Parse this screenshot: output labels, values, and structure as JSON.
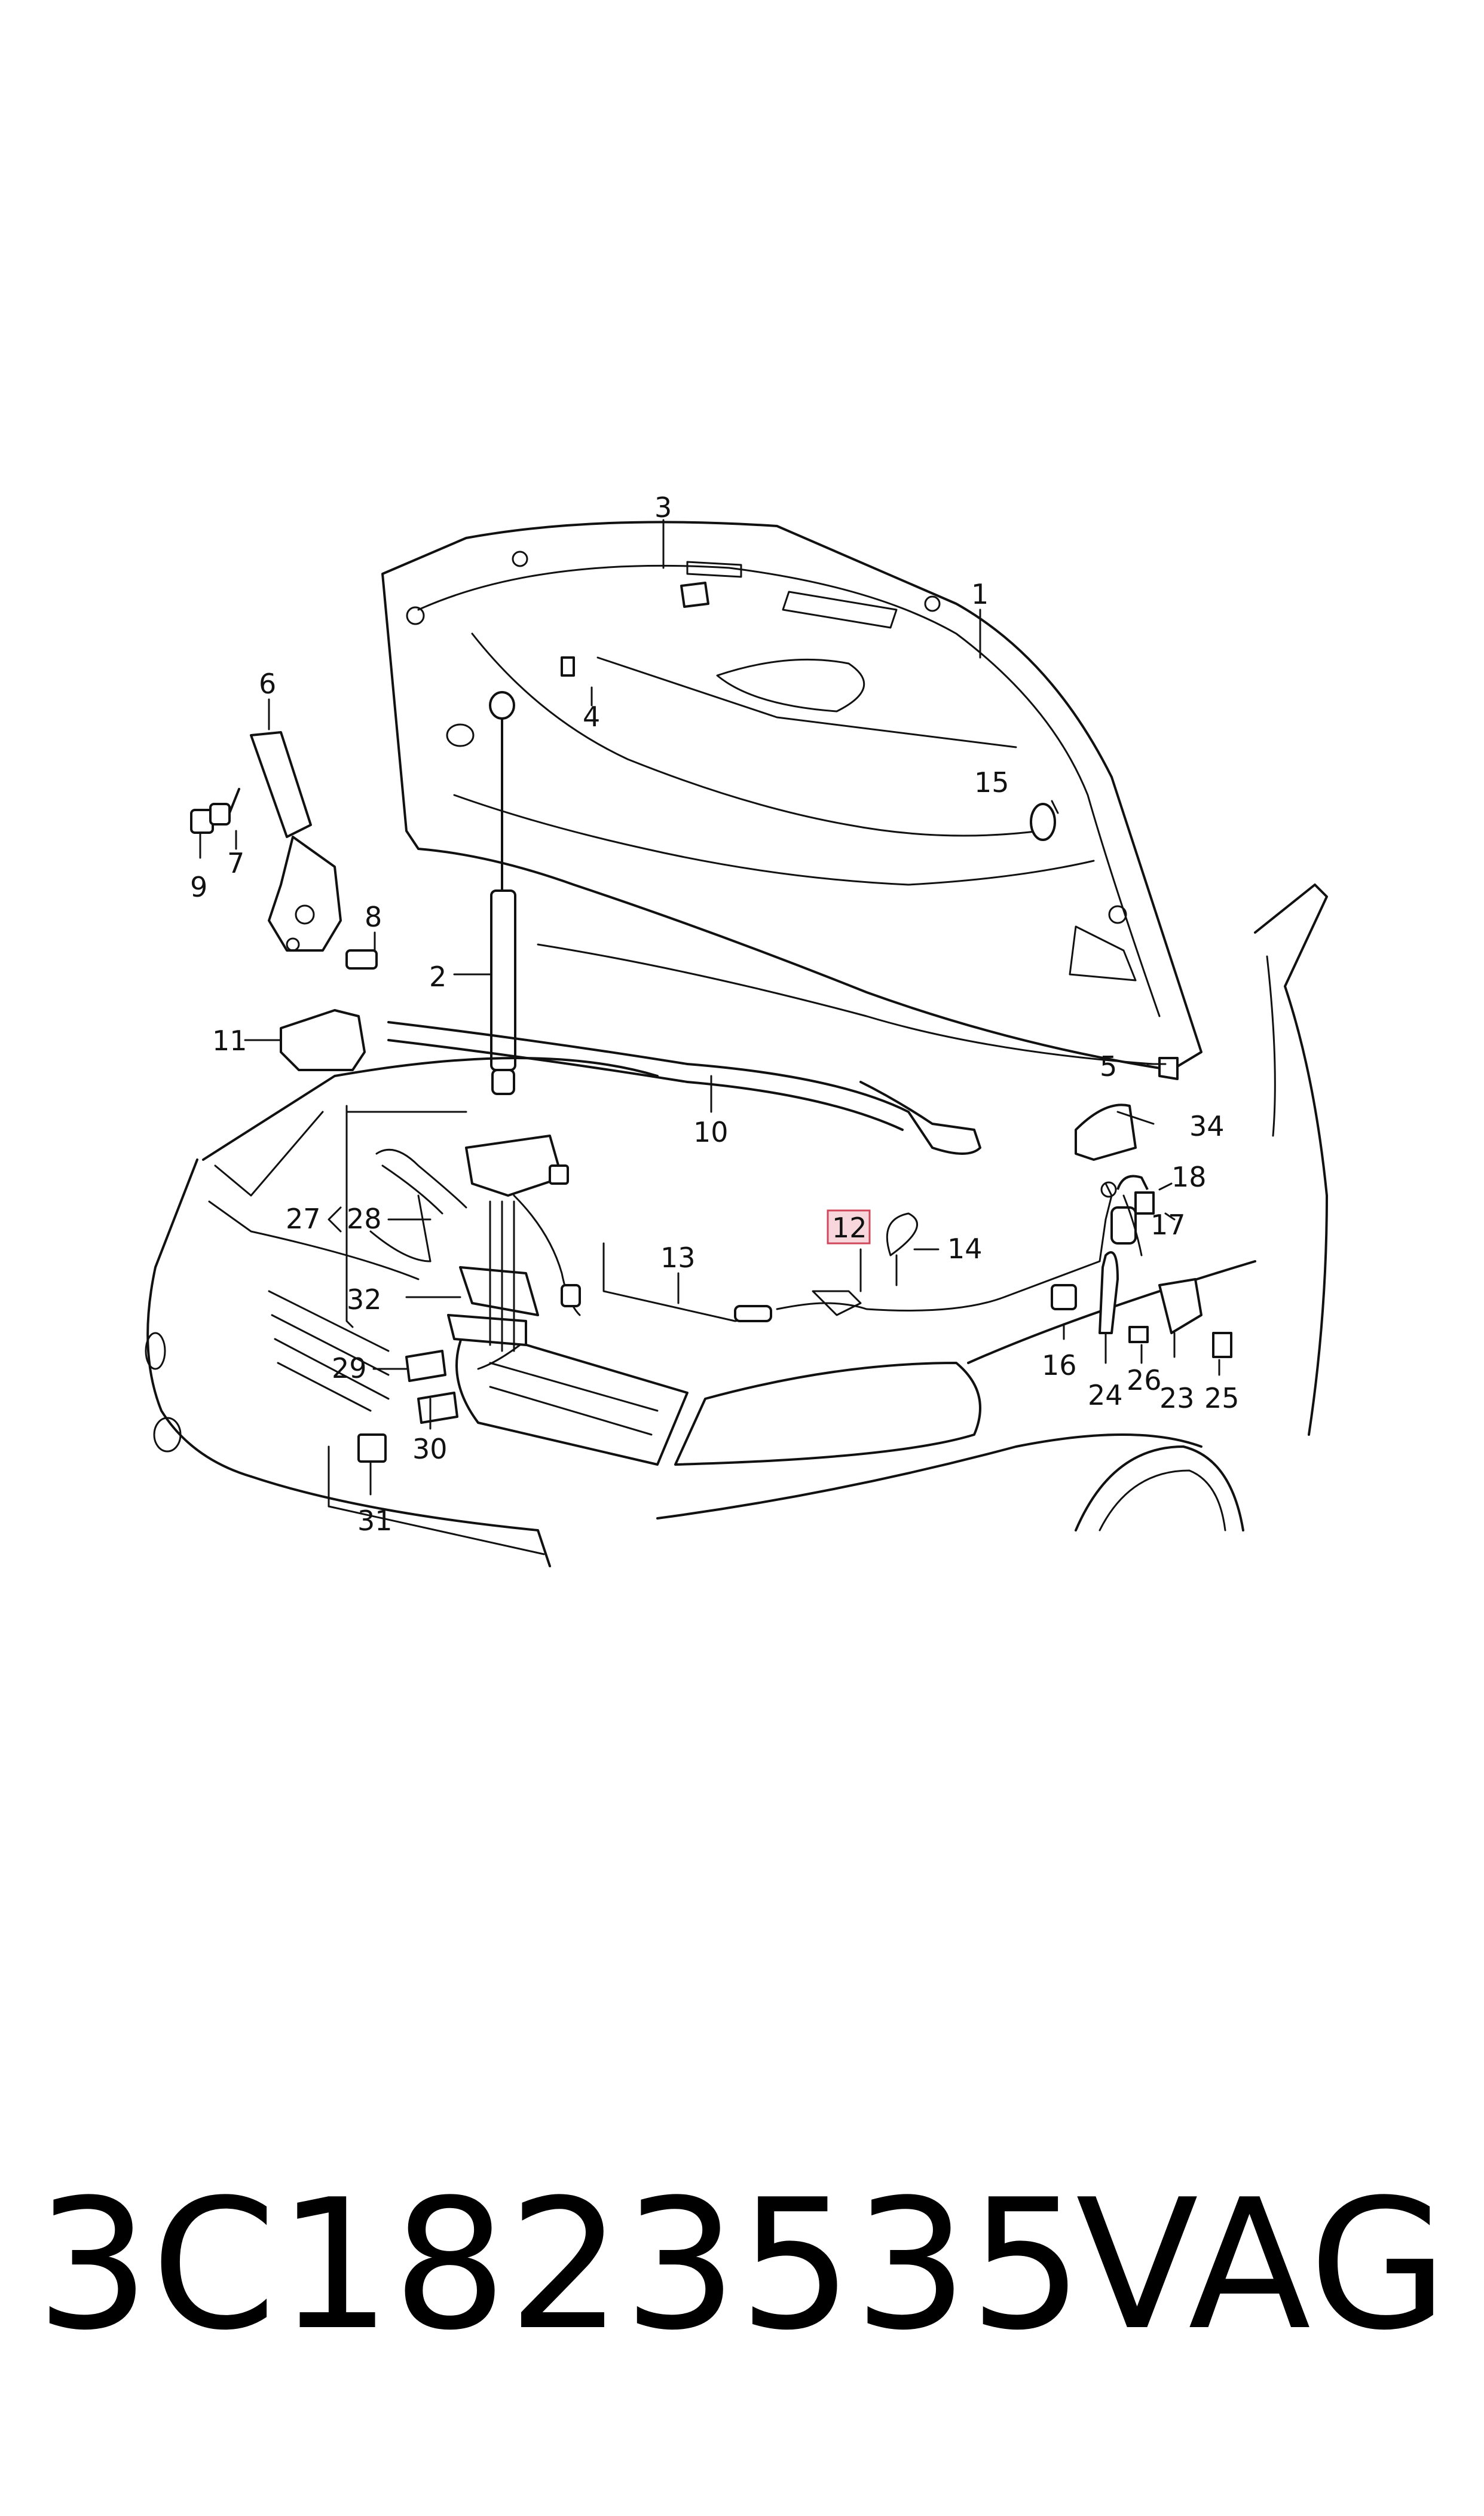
{
  "diagram": {
    "highlighted_label": "12",
    "labels": [
      {
        "id": "1",
        "text": "1"
      },
      {
        "id": "2",
        "text": "2"
      },
      {
        "id": "3",
        "text": "3"
      },
      {
        "id": "4",
        "text": "4"
      },
      {
        "id": "5",
        "text": "5"
      },
      {
        "id": "6",
        "text": "6"
      },
      {
        "id": "7",
        "text": "7"
      },
      {
        "id": "8",
        "text": "8"
      },
      {
        "id": "9",
        "text": "9"
      },
      {
        "id": "10",
        "text": "10"
      },
      {
        "id": "11",
        "text": "11"
      },
      {
        "id": "12",
        "text": "12"
      },
      {
        "id": "13",
        "text": "13"
      },
      {
        "id": "14",
        "text": "14"
      },
      {
        "id": "15",
        "text": "15"
      },
      {
        "id": "16",
        "text": "16"
      },
      {
        "id": "17",
        "text": "17"
      },
      {
        "id": "18",
        "text": "18"
      },
      {
        "id": "23",
        "text": "23"
      },
      {
        "id": "24",
        "text": "24"
      },
      {
        "id": "25",
        "text": "25"
      },
      {
        "id": "26",
        "text": "26"
      },
      {
        "id": "27",
        "text": "27"
      },
      {
        "id": "28",
        "text": "28"
      },
      {
        "id": "29",
        "text": "29"
      },
      {
        "id": "30",
        "text": "30"
      },
      {
        "id": "31",
        "text": "31"
      },
      {
        "id": "32",
        "text": "32"
      },
      {
        "id": "34",
        "text": "34"
      }
    ]
  },
  "footer": {
    "part_number": "3C1823535",
    "brand": "VAG"
  },
  "colors": {
    "line": "#111111",
    "highlight_fill": "#f7d7dc",
    "highlight_stroke": "#d0475b"
  }
}
